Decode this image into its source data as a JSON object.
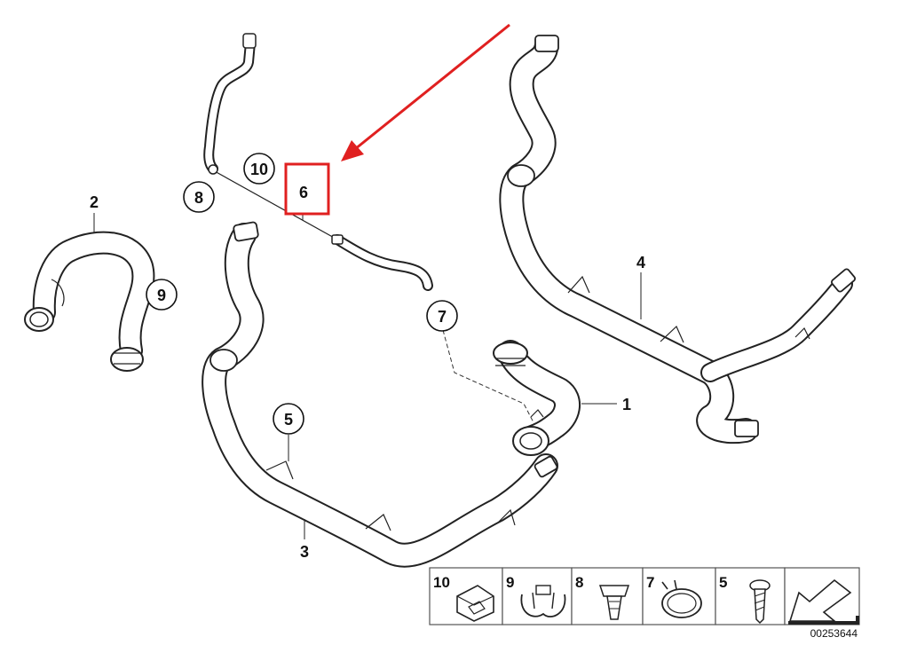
{
  "callouts": {
    "c1": "1",
    "c2": "2",
    "c3": "3",
    "c4": "4",
    "c5": "5",
    "c6": "6",
    "c7": "7",
    "c8": "8",
    "c9": "9",
    "c10": "10"
  },
  "highlight": {
    "color": "#e02020",
    "target": "6"
  },
  "legend": {
    "items": [
      {
        "number": "10",
        "icon": "rubber-grommet-icon"
      },
      {
        "number": "9",
        "icon": "hose-clip-icon"
      },
      {
        "number": "8",
        "icon": "expanding-rivet-icon"
      },
      {
        "number": "7",
        "icon": "spring-band-clamp-icon"
      },
      {
        "number": "5",
        "icon": "screw-icon"
      },
      {
        "number": "",
        "icon": "arrow-icon"
      }
    ]
  },
  "catalog_number": "00253644"
}
